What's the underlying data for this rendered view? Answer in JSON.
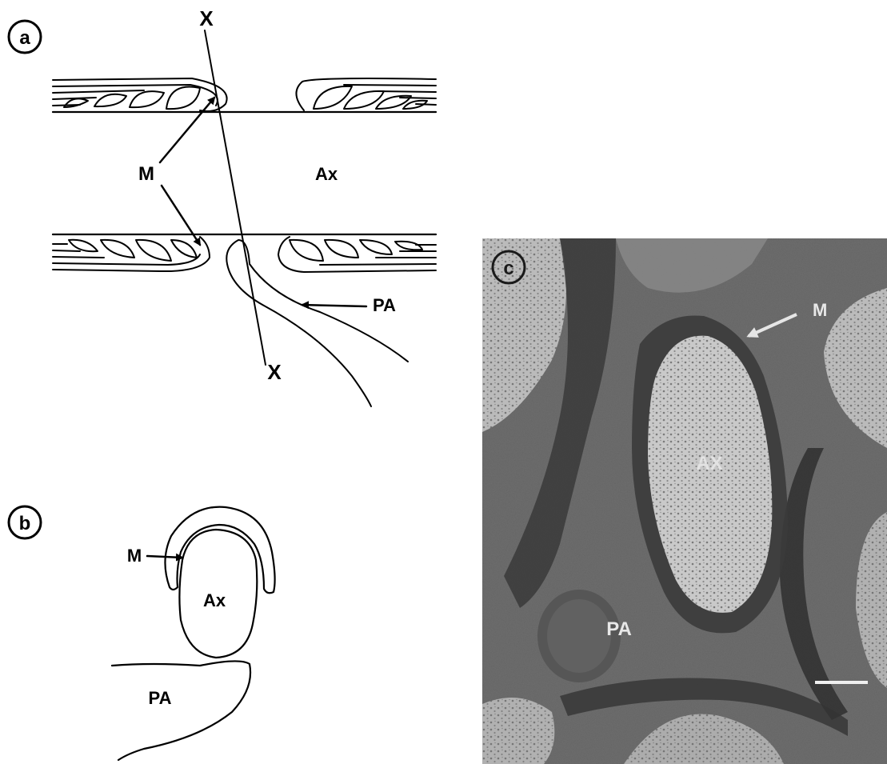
{
  "panels": {
    "a": {
      "letter": "a",
      "labels": {
        "cut_top": "X",
        "cut_bottom": "X",
        "myelin": "M",
        "axon": "Ax",
        "process": "PA"
      }
    },
    "b": {
      "letter": "b",
      "labels": {
        "myelin": "M",
        "axon": "Ax",
        "process": "PA"
      }
    },
    "c": {
      "letter": "c",
      "labels": {
        "myelin": "M",
        "axon": "AX",
        "process": "PA"
      }
    }
  },
  "colors": {
    "ink": "#000000",
    "paper": "#ffffff",
    "micrograph_bg": "#6f6f6f",
    "micrograph_dark": "#333333",
    "micrograph_light": "#cfcfcf"
  },
  "icons": {
    "panel_marker": "circle-letter-icon",
    "pointer": "arrow-icon",
    "scale_bar": "scale-bar-icon"
  }
}
